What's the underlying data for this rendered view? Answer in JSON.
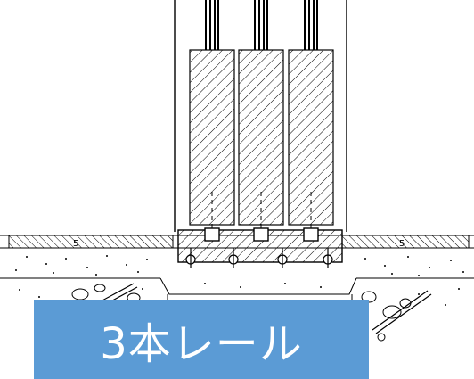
{
  "caption": {
    "text": "3本レール",
    "background": "#5b9bd5",
    "text_color": "#ffffff"
  },
  "drawing": {
    "rail_count": 3,
    "line_color": "#000000",
    "floor_marks": [
      "5",
      "5"
    ]
  }
}
